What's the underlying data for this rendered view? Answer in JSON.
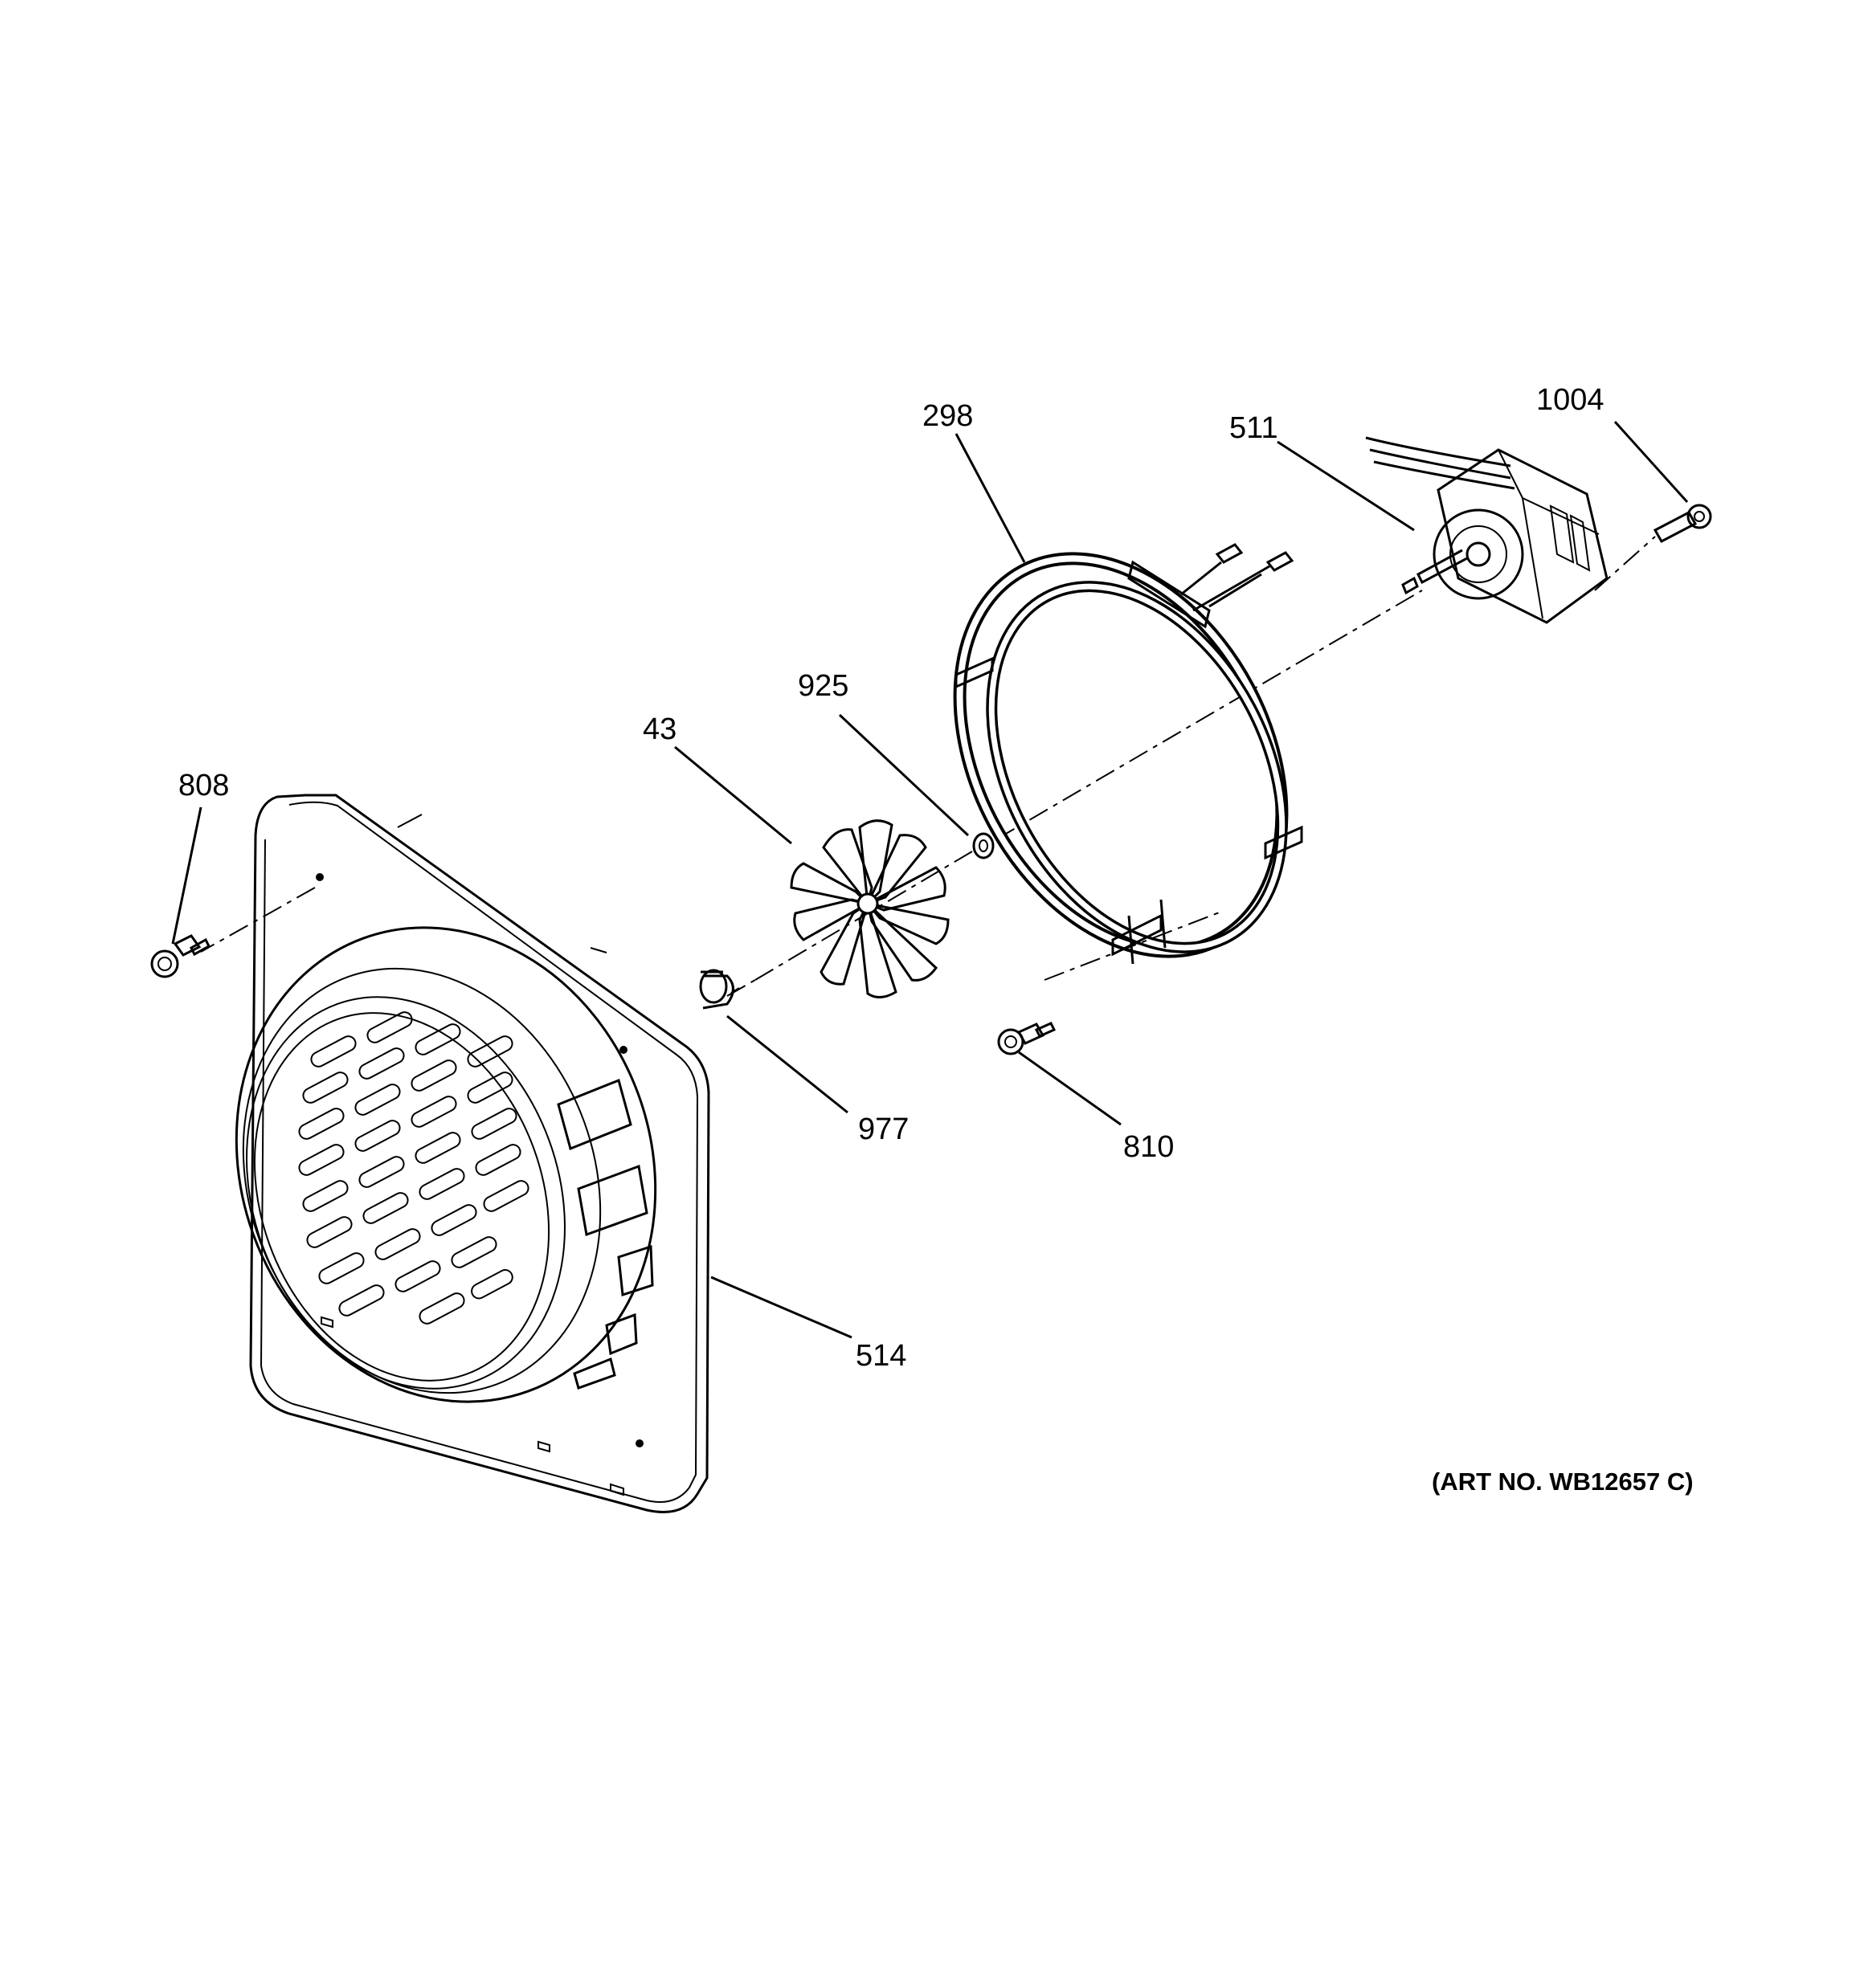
{
  "callouts": {
    "c298": "298",
    "c511": "511",
    "c1004": "1004",
    "c925": "925",
    "c43": "43",
    "c808": "808",
    "c977": "977",
    "c810": "810",
    "c514": "514"
  },
  "art_number": "(ART NO. WB12657 C)"
}
